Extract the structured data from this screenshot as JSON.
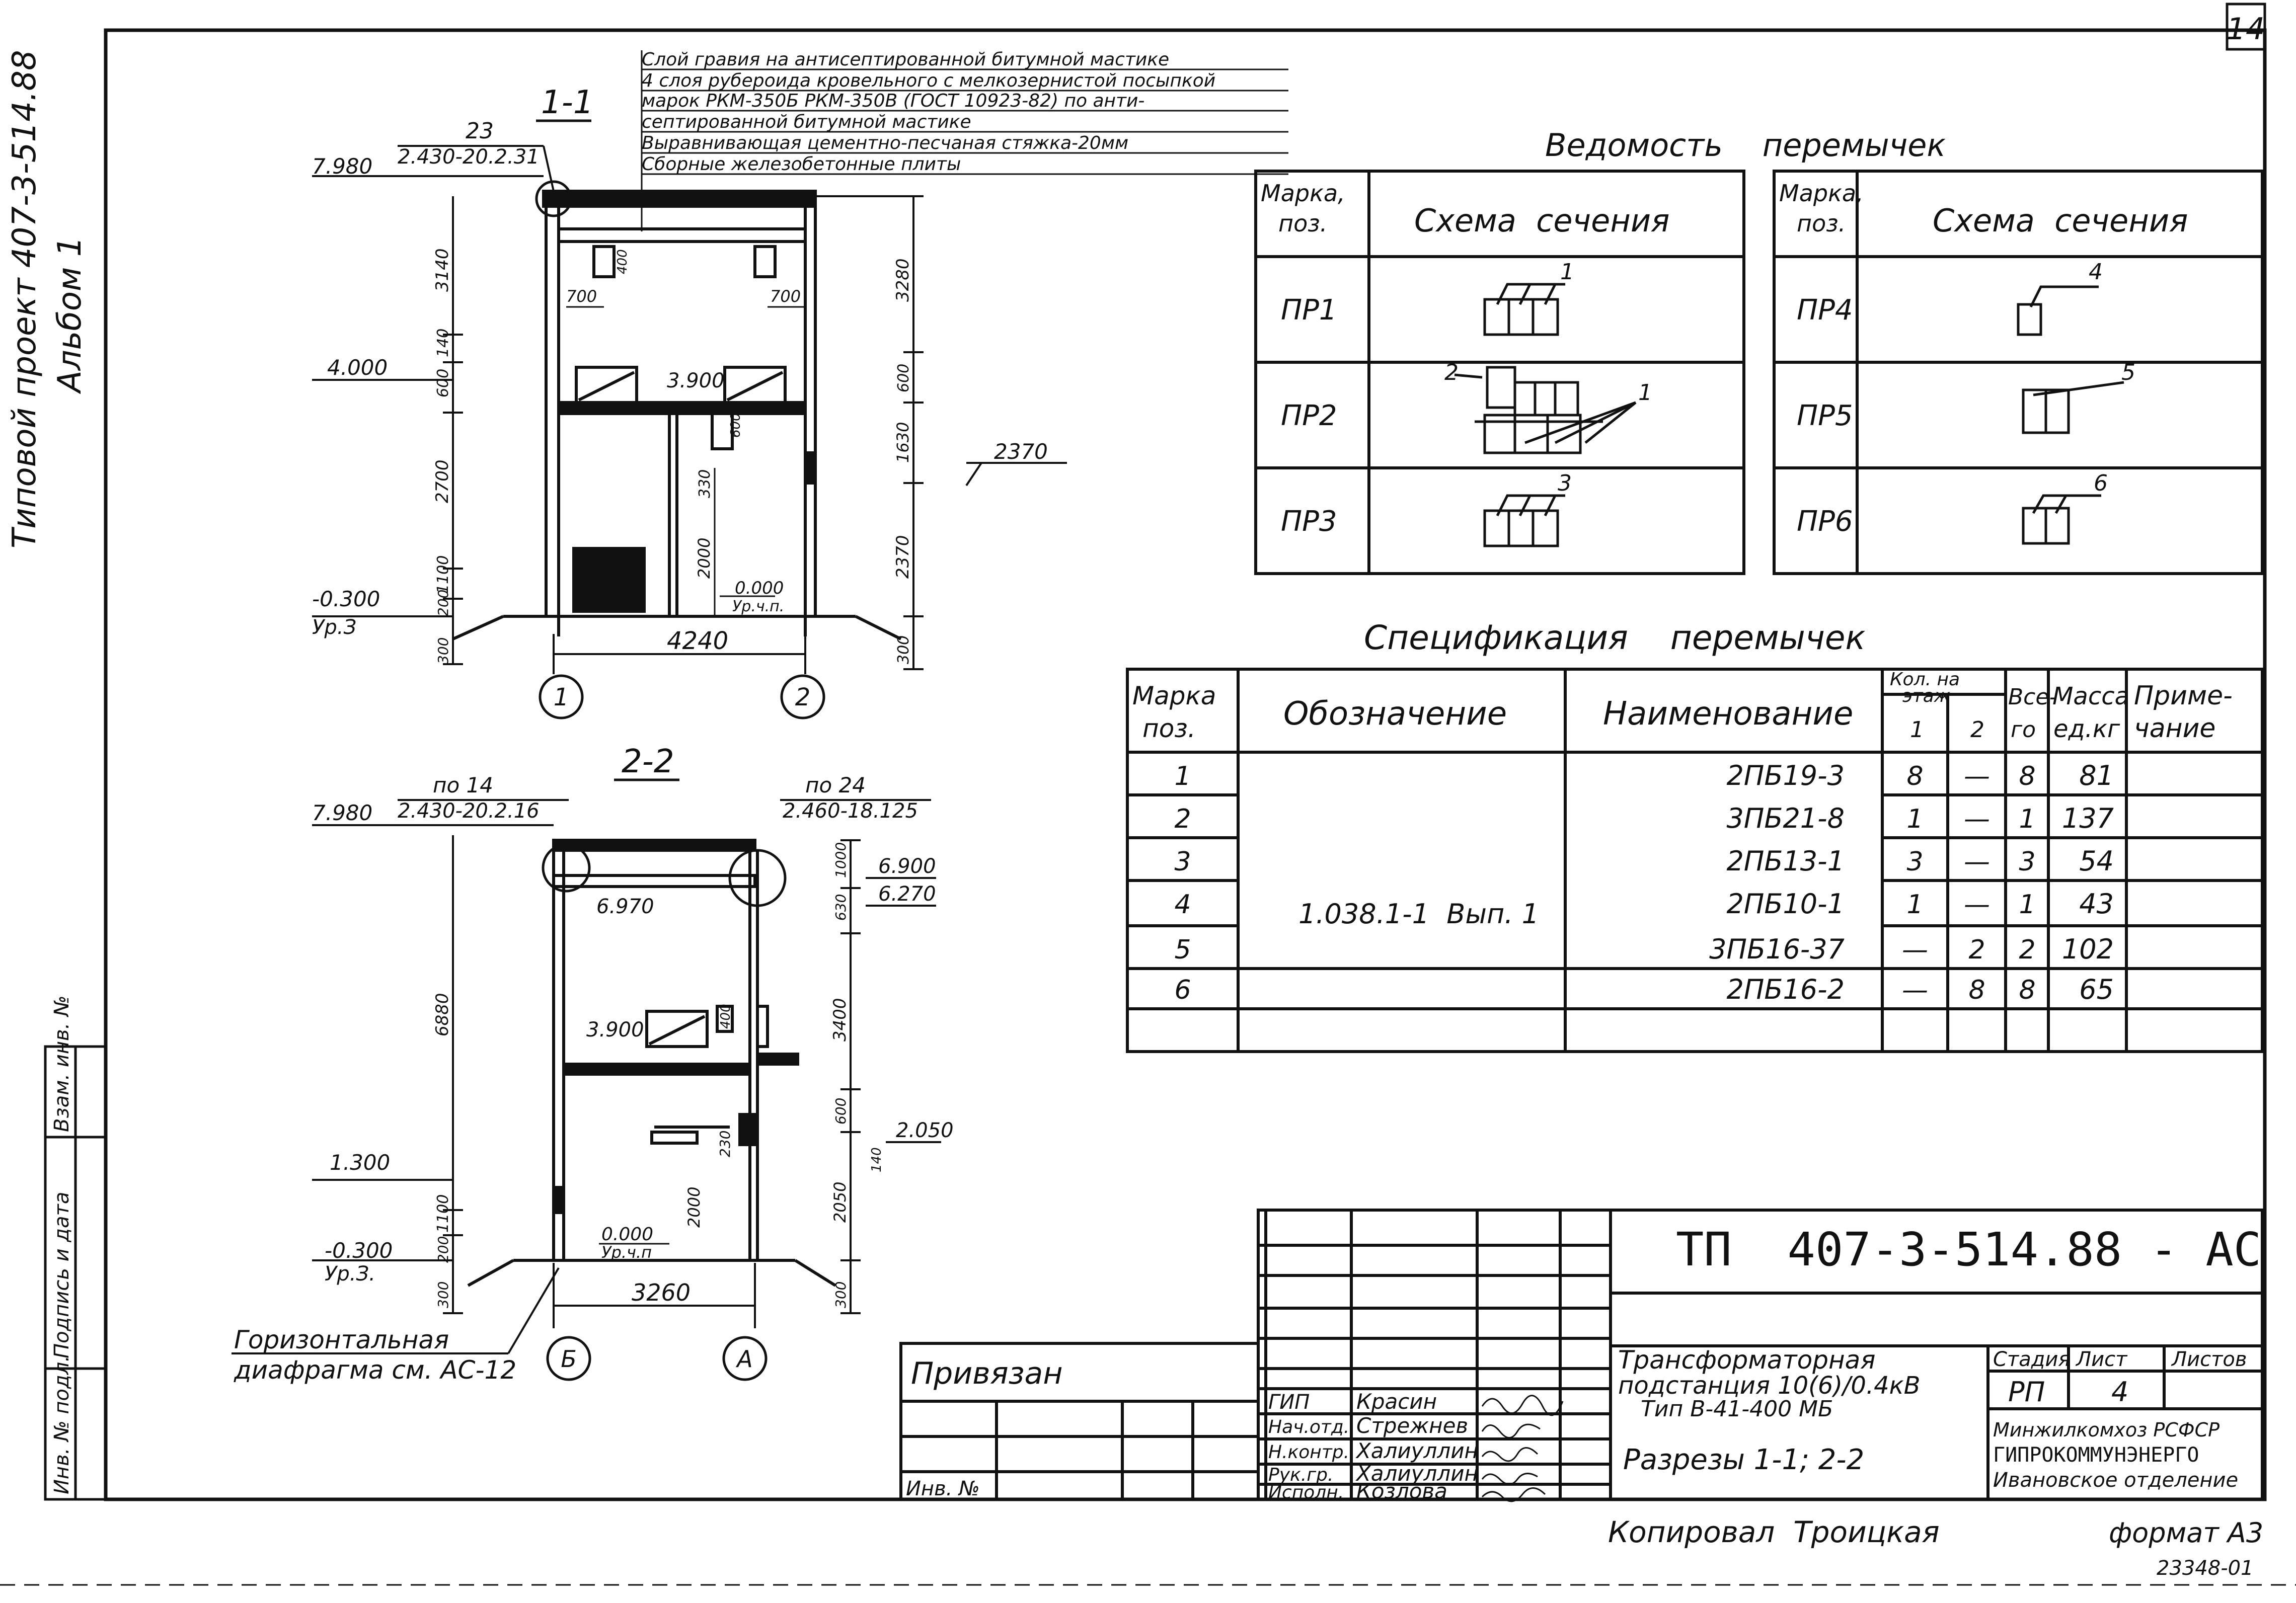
{
  "sheet_number": "14",
  "side_project": "Типовой проект 407-3-514.88",
  "side_album": "Альбом 1",
  "stamp_cells": [
    "Инв. № подл.",
    "Подпись и дата",
    "Взам. инв. №"
  ],
  "section11": {
    "title": "1-1",
    "roof_notes": [
      "Слой гравия на антисептированной битумной мастике",
      "4 слоя рубероида кровельного с мелкозернистой посыпкой",
      "марок РКМ-350Б РКМ-350В (ГОСТ 10923-82) по анти-",
      "септированной битумной мастике",
      "Выравнивающая цементно-песчаная стяжка-20мм",
      "Сборные железобетонные плиты"
    ],
    "node_num": "23",
    "node_ref": "2.430-20.2.31",
    "lv_top": "7.980",
    "lv_4000": "4.000",
    "lv_3900": "3.900",
    "lv_m300": "-0.300",
    "lv_yr": "Ур.З",
    "lv_000": "0.000",
    "lv_yrchp": "Ур.ч.п.",
    "lv_2370": "2370",
    "d_left": [
      "3140",
      "600",
      "140",
      "2700",
      "1100",
      "200",
      "300"
    ],
    "d_right": [
      "3280",
      "600",
      "1630",
      "2370",
      "300"
    ],
    "d_inner": [
      "400",
      "700",
      "700",
      "600",
      "330",
      "2000"
    ],
    "width": "4240",
    "axes": [
      "1",
      "2"
    ]
  },
  "section22": {
    "title": "2-2",
    "node_a_num": "по 14",
    "node_a_ref": "2.430-20.2.16",
    "node_b_num": "по 24",
    "node_b_ref": "2.460-18.125",
    "lv_top": "7.980",
    "lv_6970": "6.970",
    "lv_6900": "6.900",
    "lv_6270": "6.270",
    "lv_3900": "3.900",
    "lv_2050": "2.050",
    "lv_1300": "1.300",
    "lv_m300": "-0.300",
    "lv_yr": "Ур.З.",
    "lv_000": "0.000",
    "lv_yrchp": "Ур.ч.п",
    "d_left": [
      "6880",
      "1100",
      "200",
      "300"
    ],
    "d_right": [
      "1000",
      "630",
      "3400",
      "600",
      "2050",
      "140",
      "300"
    ],
    "d_inner": [
      "2000",
      "230",
      "400"
    ],
    "width": "3260",
    "axes": [
      "Б",
      "А"
    ],
    "diaphragm_1": "Горизонтальная",
    "diaphragm_2": "диафрагма см. АС-12"
  },
  "vedomost": {
    "title": "Ведомость    перемычек",
    "h_mark": [
      "Марка,",
      "поз."
    ],
    "h_scheme": "Схема  сечения",
    "left_rows": [
      {
        "mark": "ПР1",
        "label": "1"
      },
      {
        "mark": "ПР2",
        "label": "2",
        "label2": "1"
      },
      {
        "mark": "ПР3",
        "label": "3"
      }
    ],
    "right_rows": [
      {
        "mark": "ПР4",
        "label": "4"
      },
      {
        "mark": "ПР5",
        "label": "5"
      },
      {
        "mark": "ПР6",
        "label": "6"
      }
    ]
  },
  "spec": {
    "title": "Спецификация    перемычек",
    "h_mark": [
      "Марка",
      "поз."
    ],
    "h_designation": "Обозначение",
    "h_name": "Наименование",
    "h_qty": [
      "Кол. на",
      "этаж"
    ],
    "h_floor1": "1",
    "h_floor2": "2",
    "h_total": [
      "Все-",
      "го"
    ],
    "h_mass": [
      "Масса",
      "ед.кг"
    ],
    "h_note": [
      "Приме-",
      "чание"
    ],
    "designation": "1.038.1-1  Вып. 1",
    "rows": [
      {
        "pos": "1",
        "name": "2ПБ19-3",
        "f1": "8",
        "f2": "—",
        "total": "8",
        "mass": "81"
      },
      {
        "pos": "2",
        "name": "3ПБ21-8",
        "f1": "1",
        "f2": "—",
        "total": "1",
        "mass": "137"
      },
      {
        "pos": "3",
        "name": "2ПБ13-1",
        "f1": "3",
        "f2": "—",
        "total": "3",
        "mass": "54"
      },
      {
        "pos": "4",
        "name": "2ПБ10-1",
        "f1": "1",
        "f2": "—",
        "total": "1",
        "mass": "43"
      },
      {
        "pos": "5",
        "name": "3ПБ16-37",
        "f1": "—",
        "f2": "2",
        "total": "2",
        "mass": "102"
      },
      {
        "pos": "6",
        "name": "2ПБ16-2",
        "f1": "—",
        "f2": "8",
        "total": "8",
        "mass": "65"
      }
    ]
  },
  "title_block": {
    "code": "ТП  407-3-514.88 - АС",
    "privyazan": "Привязан",
    "inv": "Инв. №",
    "object": [
      "Трансформаторная",
      "подстанция 10(6)/0.4кВ",
      "Тип В-41-400 МБ"
    ],
    "sheet_title": "Разрезы 1-1; 2-2",
    "h_stage": "Стадия",
    "h_sheet": "Лист",
    "h_sheets": "Листов",
    "stage": "РП",
    "sheet": "4",
    "org": [
      "Минжилкомхоз РСФСР",
      "ГИПРОКОММУНЭНЕРГО",
      "Ивановское отделение"
    ],
    "people": [
      {
        "role": "ГИП",
        "name": "Красин"
      },
      {
        "role": "Нач.отд.",
        "name": "Стрежнев"
      },
      {
        "role": "Н.контр.",
        "name": "Халиуллин"
      },
      {
        "role": "Рук.гр.",
        "name": "Халиуллин"
      },
      {
        "role": "Исполн.",
        "name": "Козлова"
      }
    ]
  },
  "copied": "Копировал  Троицкая",
  "format": "формат А3",
  "order_no": "23348-01"
}
